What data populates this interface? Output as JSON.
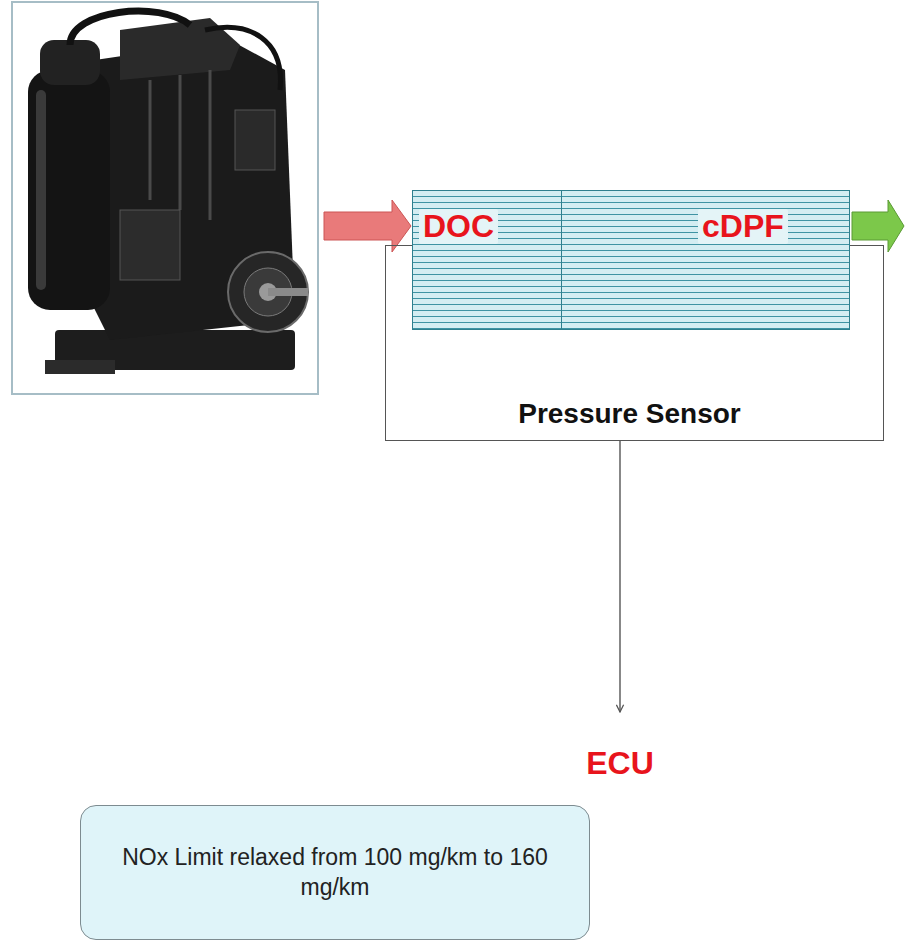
{
  "diagram": {
    "nodes": [
      {
        "text": [
          "DOC"
        ]
      },
      {
        "text": [
          "cDPF"
        ]
      },
      {
        "text": [
          "Pressure Sensor"
        ]
      },
      {
        "text": [
          "ECU"
        ]
      },
      {
        "text": [
          "NOx Limit relaxed from 100 mg/km to 160 mg/km"
        ]
      }
    ],
    "edges": [
      {
        "from": 2,
        "to": 3,
        "arrow": "to"
      }
    ]
  }
}
